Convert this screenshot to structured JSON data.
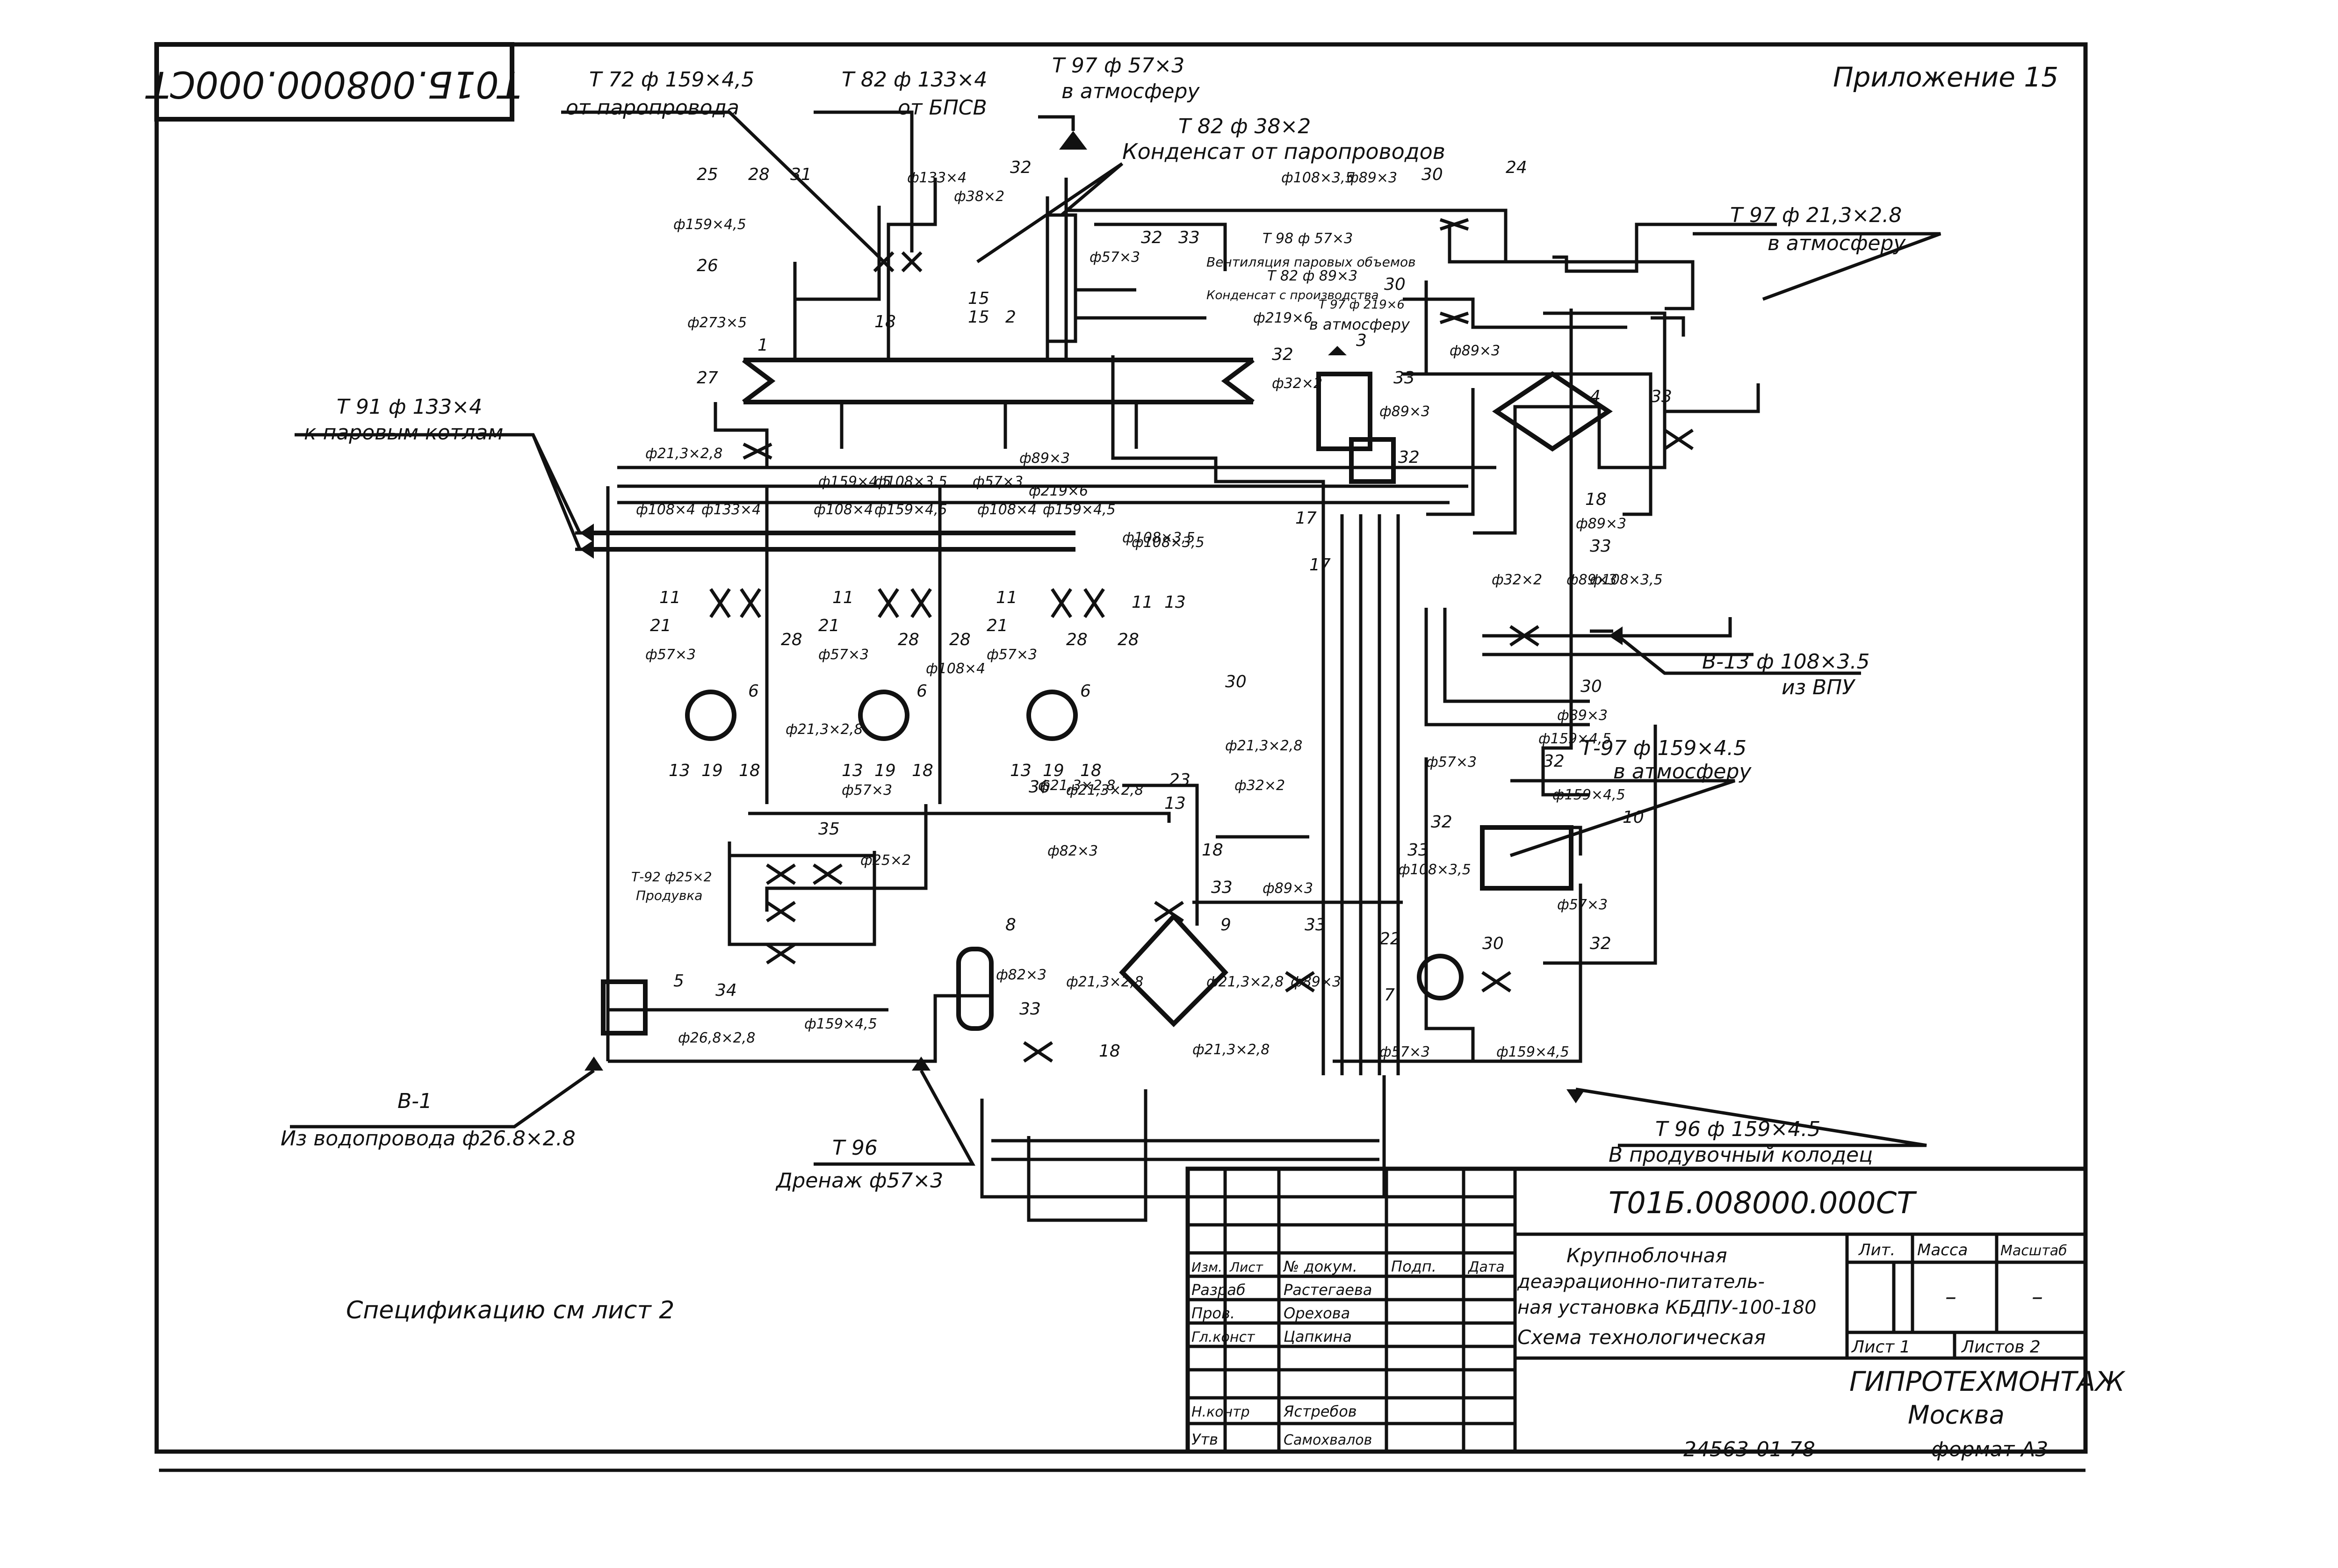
{
  "sheet": {
    "stamp_rotated": "Т01Б.008000.000СТ",
    "appendix": "Приложение 15",
    "spec_note": "Спецификацию   см  лист 2"
  },
  "callouts": {
    "t72": "Т 72  ф 159×4,5",
    "t72_from": "от паропровода",
    "t82": "Т 82  ф 133×4",
    "t82_from": "от БПСВ",
    "t97_top": "Т 97  ф 57×3",
    "t97_top_to": "в атмосферу",
    "t82_cond": "Т 82    ф 38×2",
    "cond_text": "Конденсат от паропроводов",
    "t97_right": "Т 97  ф 21,3×2.8",
    "t97_right_to": "в атмосферу",
    "t91": "Т 91  ф 133×4",
    "t91_to": "к паровым котлам",
    "b13": "В-13  ф 108×3.5",
    "b13_from": "из ВПУ",
    "t97_mid": "Т-97  ф 159×4.5",
    "t97_mid_to": "в атмосферу",
    "b1": "В-1",
    "b1_from": "Из водопровода ф26.8×2.8",
    "t96_drain": "Т 96",
    "t96_drain_text": "Дренаж ф57×3",
    "t96_blow": "Т 96  ф 159×4.5",
    "t96_blow_to": "В продувочный колодец",
    "vent": "Вентиляция паровых объемов",
    "t98": "Т 98  ф 57×3",
    "t82_89": "Т 82  ф 89×3",
    "cond_prod": "Конденсат с производства",
    "t97_219": "Т 97  ф 219×6",
    "to_atm": "в атмосферу",
    "t92": "Т-92 ф25×2",
    "produvka": "Продувка"
  },
  "sizes": {
    "s1": "ф159×4,5",
    "s2": "ф273×5",
    "s3": "ф133×4",
    "s4": "ф38×2",
    "s5": "ф108×3,5",
    "s6": "ф89×3",
    "s7": "ф57×3",
    "s8": "ф219×6",
    "s9": "ф21,3×2,8",
    "s10": "ф159×4,5",
    "s11": "ф108×3,5",
    "s12": "ф57×3",
    "s13": "ф219×6",
    "s14": "ф89×3",
    "s15": "ф108×4",
    "s16": "ф133×4",
    "s17": "ф108×4",
    "s18": "ф159×4,5",
    "s19": "ф108×4",
    "s20": "ф159×4,5",
    "s21": "ф108×3,5",
    "s22": "ф57×3",
    "s23": "ф57×3",
    "s24": "ф57×3",
    "s25": "ф108×4",
    "s26": "ф21,3×2,8",
    "s27": "ф21,3×2,8",
    "s28": "ф57×3",
    "s29": "ф82×3",
    "s30": "ф89×3",
    "s31": "ф82×3",
    "s32": "ф21,3×2,8",
    "s33": "ф21,3×2,8",
    "s34": "ф89×3",
    "s35": "ф21,3×2,8",
    "s36": "ф57×3",
    "s37": "ф159×4,5",
    "s38": "ф26,8×2,8",
    "s39": "ф159×4,5",
    "s40": "ф108×3,5",
    "s41": "ф32×2",
    "s42": "ф89×3",
    "s43": "ф89×3",
    "s44": "ф108×3,5",
    "s45": "ф89×3",
    "s46": "ф159×4,5",
    "s47": "ф57×3",
    "s48": "ф159×4,5",
    "s49": "ф57×3",
    "s50": "ф108×3,5",
    "s51": "ф21,3×2,8",
    "s52": "ф32×2",
    "s53": "ф25×2",
    "s54": "ф32×2",
    "s55": "ф89×3",
    "s56": "ф89×3",
    "s57": "ф21,3×2,8"
  },
  "positions": {
    "p1": "1",
    "p2": "2",
    "p3": "3",
    "p4": "4",
    "p5": "5",
    "p6a": "6",
    "p6b": "6",
    "p6c": "6",
    "p7": "7",
    "p8": "8",
    "p9": "9",
    "p10": "10",
    "p11a": "11",
    "p11b": "11",
    "p11c": "11",
    "p11d": "11",
    "p13a": "13",
    "p13b": "13",
    "p13c": "13",
    "p13d": "13",
    "p13e": "13",
    "p15a": "15",
    "p15b": "15",
    "p17a": "17",
    "p17b": "17",
    "p18a": "18",
    "p18b": "18",
    "p18c": "18",
    "p18d": "18",
    "p18e": "18",
    "p18f": "18",
    "p18g": "18",
    "p19a": "19",
    "p19b": "19",
    "p19c": "19",
    "p21a": "21",
    "p21b": "21",
    "p21c": "21",
    "p22": "22",
    "p23": "23",
    "p24": "24",
    "p25": "25",
    "p26": "26",
    "p27": "27",
    "p28a": "28",
    "p28b": "28",
    "p28c": "28",
    "p28d": "28",
    "p28e": "28",
    "p28f": "28",
    "p30a": "30",
    "p30b": "30",
    "p30c": "30",
    "p30d": "30",
    "p30e": "30",
    "p31": "31",
    "p32a": "32",
    "p32b": "32",
    "p32c": "32",
    "p32d": "32",
    "p32e": "32",
    "p32f": "32",
    "p32g": "32",
    "p33a": "33",
    "p33b": "33",
    "p33c": "33",
    "p33d": "33",
    "p33e": "33",
    "p33f": "33",
    "p33g": "33",
    "p33h": "33",
    "p34": "34",
    "p35": "35",
    "p36": "36"
  },
  "title_block": {
    "designation": "Т01Б.008000.000СТ",
    "title_l1": "Крупноблочная",
    "title_l2": "деаэрационно-питатель-",
    "title_l3": "ная установка КБДПУ-100-180",
    "title_l4": "Схема технологическая",
    "hdr_izm": "Изм.",
    "hdr_list": "Лист",
    "hdr_doc": "№ докум.",
    "hdr_sign": "Подп.",
    "hdr_date": "Дата",
    "r1_role": "Разраб",
    "r1_name": "Растегаева",
    "r2_role": "Пров.",
    "r2_name": "Орехова",
    "r3_role": "Гл.конст",
    "r3_name": "Цапкина",
    "r4_role": "Н.контр",
    "r4_name": "Ястребов",
    "r5_role": "Утв",
    "r5_name": "Самохвалов",
    "lit_label": "Лит.",
    "mass_label": "Масса",
    "scale_label": "Масштаб",
    "mass_val": "–",
    "scale_val": "–",
    "sheet": "Лист 1",
    "sheets": "Листов 2",
    "org": "ГИПРОТЕХМОНТАЖ",
    "city": "Москва",
    "inv": "24563-01    78",
    "format": "формат А3"
  }
}
